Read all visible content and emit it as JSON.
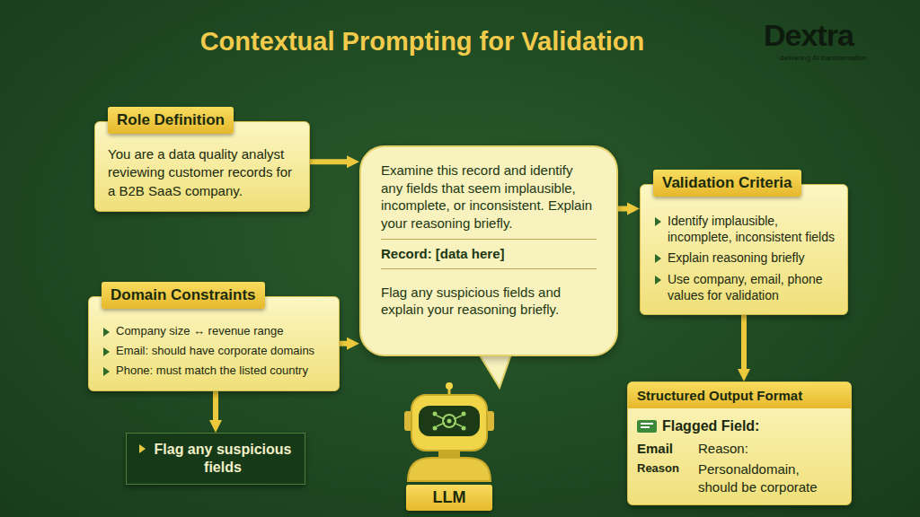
{
  "diagram": {
    "title": "Contextual Prompting for Validation",
    "nodes": [
      {
        "text": [
          "Role Definition",
          "You are a data quality analyst reviewing customer records for a B2B SaaS company."
        ]
      },
      {
        "text": [
          "Domain Constraints",
          "Company size ↔ revenue range",
          "Email: should have corporate domains",
          "Phone: must match the listed country"
        ]
      },
      {
        "text": [
          "Examine this record and identify any fields that seem implausible, incomplete, or inconsistent. Explain your reasoning briefly.",
          "Record: [data here]",
          "Flag any suspicious fields and explain your reasoning briefly."
        ]
      },
      {
        "text": [
          "Validation Criteria",
          "Identify implausible, incomplete, inconsistent fields",
          "Explain reasoning briefly",
          "Use company, email, phone values for validation"
        ]
      },
      {
        "text": [
          "Flag any suspicious fields"
        ]
      },
      {
        "text": [
          "LLM"
        ]
      },
      {
        "text": [
          "Structured Output Format",
          "Flagged Field:",
          "Email",
          "Reason:",
          "Reason",
          "Personaldomain, should be corporate"
        ]
      }
    ],
    "edges": [
      {
        "from": 0,
        "to": 2,
        "arrow": "to"
      },
      {
        "from": 1,
        "to": 2,
        "arrow": "to"
      },
      {
        "from": 2,
        "to": 3,
        "arrow": "to"
      },
      {
        "from": 3,
        "to": 6,
        "arrow": "to"
      },
      {
        "from": 1,
        "to": 4,
        "arrow": "to"
      }
    ],
    "labels": [
      "Dextra",
      "delivering AI transformation"
    ]
  }
}
